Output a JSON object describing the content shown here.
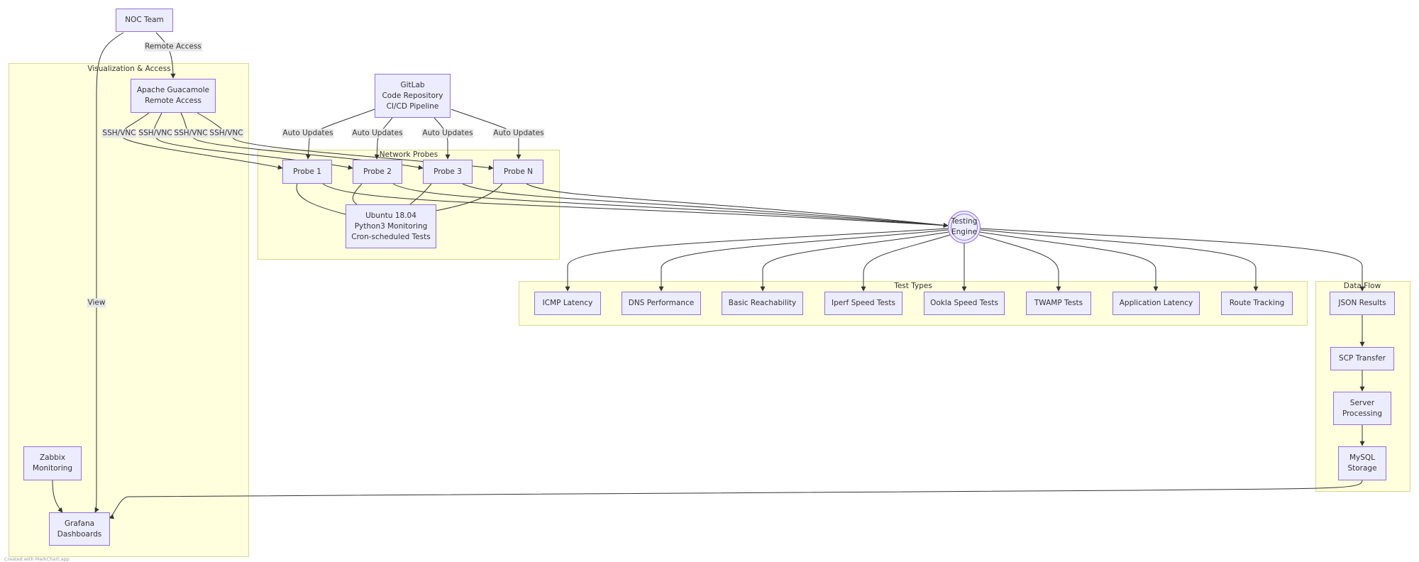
{
  "diagram": {
    "clusters": {
      "visualization": "Visualization & Access",
      "network_probes": "Network Probes",
      "test_types": "Test Types",
      "data_flow": "Data Flow"
    },
    "nodes": {
      "noc_team": [
        "NOC Team"
      ],
      "guacamole": [
        "Apache Guacamole",
        "Remote Access"
      ],
      "gitlab": [
        "GitLab",
        "Code Repository",
        "CI/CD Pipeline"
      ],
      "probe1": [
        "Probe 1"
      ],
      "probe2": [
        "Probe 2"
      ],
      "probe3": [
        "Probe 3"
      ],
      "probeN": [
        "Probe N"
      ],
      "ubuntu": [
        "Ubuntu 18.04",
        "Python3 Monitoring",
        "Cron-scheduled Tests"
      ],
      "testing_engine": [
        "Testing",
        "Engine"
      ],
      "icmp": [
        "ICMP Latency"
      ],
      "dns": [
        "DNS Performance"
      ],
      "reachability": [
        "Basic Reachability"
      ],
      "iperf": [
        "Iperf Speed Tests"
      ],
      "ookla": [
        "Ookla Speed Tests"
      ],
      "twamp": [
        "TWAMP Tests"
      ],
      "app_latency": [
        "Application Latency"
      ],
      "route": [
        "Route Tracking"
      ],
      "json": [
        "JSON Results"
      ],
      "scp": [
        "SCP Transfer"
      ],
      "server": [
        "Server",
        "Processing"
      ],
      "mysql": [
        "MySQL",
        "Storage"
      ],
      "zabbix": [
        "Zabbix",
        "Monitoring"
      ],
      "grafana": [
        "Grafana",
        "Dashboards"
      ]
    },
    "edge_labels": {
      "remote_access": "Remote Access",
      "view": "View",
      "ssh1": "SSH/VNC",
      "ssh2": "SSH/VNC",
      "ssh3": "SSH/VNC",
      "ssh4": "SSH/VNC",
      "auto1": "Auto Updates",
      "auto2": "Auto Updates",
      "auto3": "Auto Updates",
      "auto4": "Auto Updates"
    },
    "footer": "Created with MarkChart.app"
  },
  "colors": {
    "node_fill": "#ececff",
    "node_stroke": "#9370db",
    "cluster_fill": "#ffffde",
    "cluster_stroke": "#d8d896",
    "edge": "#333333",
    "label_bg": "#e8e8e8"
  }
}
